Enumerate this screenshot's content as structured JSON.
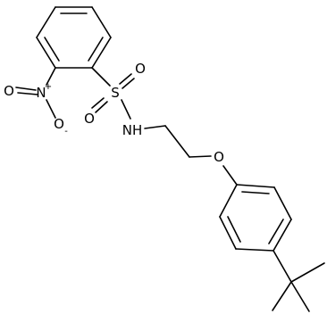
{
  "molecule": {
    "atoms": [
      {
        "id": "N1",
        "text": "N",
        "charge": "+"
      },
      {
        "id": "O1",
        "text": "O",
        "charge": ""
      },
      {
        "id": "O2",
        "text": "O",
        "charge": "-"
      },
      {
        "id": "S1",
        "text": "S",
        "charge": ""
      },
      {
        "id": "O3",
        "text": "O",
        "charge": ""
      },
      {
        "id": "O4",
        "text": "O",
        "charge": ""
      },
      {
        "id": "N2",
        "text": "NH",
        "charge": ""
      },
      {
        "id": "O5",
        "text": "O",
        "charge": ""
      }
    ]
  }
}
